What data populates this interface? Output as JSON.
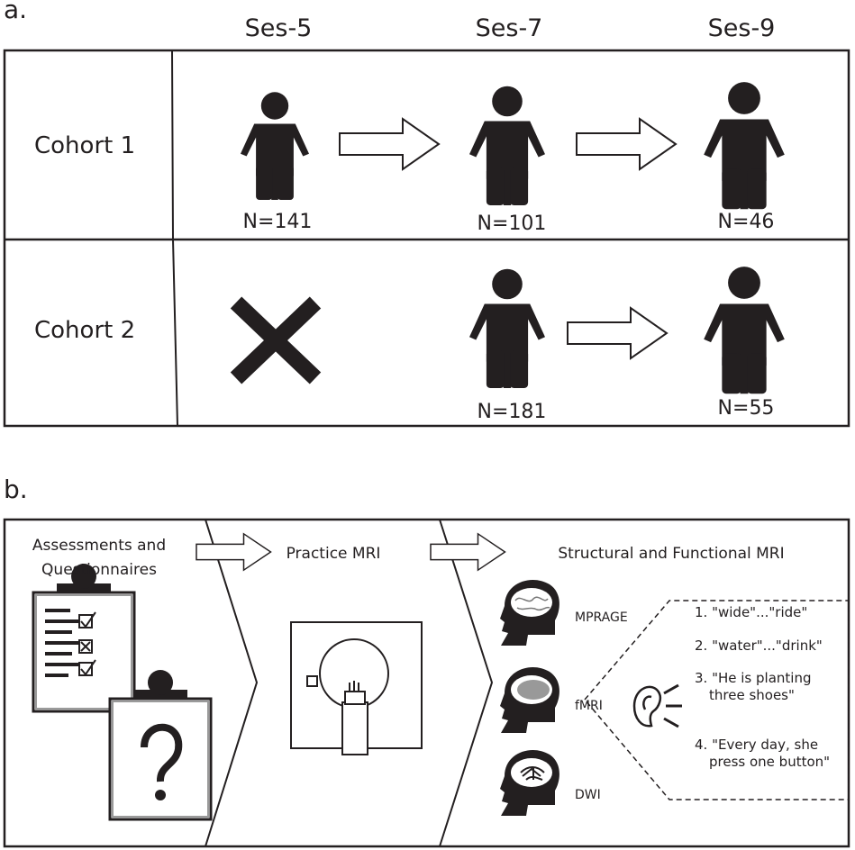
{
  "panel_a": {
    "label": "a.",
    "sessions": [
      "Ses-5",
      "Ses-7",
      "Ses-9"
    ],
    "cohorts": [
      {
        "name": "Cohort 1",
        "counts": [
          "N=141",
          "N=101",
          "N=46"
        ]
      },
      {
        "name": "Cohort 2",
        "counts": [
          "",
          "N=181",
          "N=55"
        ]
      }
    ]
  },
  "panel_b": {
    "label": "b.",
    "stages": {
      "assessments": "Assessments and Questionnaires",
      "assessments_line1": "Assessments and",
      "assessments_line2": "Questionnaires",
      "practice": "Practice MRI",
      "mri": "Structural and Functional MRI"
    },
    "scans": [
      "MPRAGE",
      "fMRI",
      "DWI"
    ],
    "tasks": [
      {
        "number": "1.",
        "text": "\"wide\"...\"ride\""
      },
      {
        "number": "2.",
        "text": "\"water\"...\"drink\""
      },
      {
        "number": "3.",
        "line1": "\"He is planting",
        "line2": "three shoes\""
      },
      {
        "number": "4.",
        "line1": "\"Every day, she",
        "line2": "press one button\""
      }
    ]
  }
}
